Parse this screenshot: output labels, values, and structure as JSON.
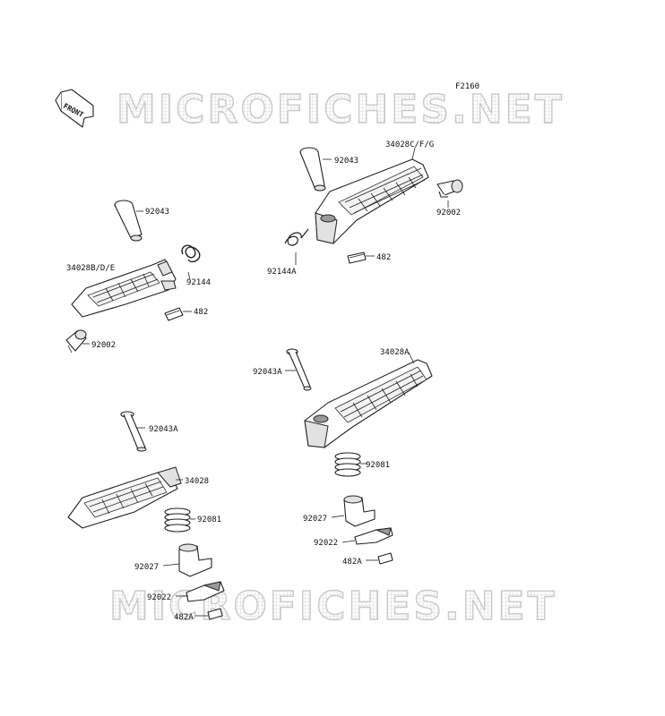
{
  "diagram_code": "F2160",
  "front_arrow_label": "FRONT",
  "watermark_text": "MICROFICHES.NET",
  "labels": {
    "p_34028CFG": "34028C/F/G",
    "p_92043_tr": "92043",
    "p_92002_tr": "92002",
    "p_482_tr": "482",
    "p_92144A": "92144A",
    "p_92043_tl": "92043",
    "p_34028BDE": "34028B/D/E",
    "p_92144": "92144",
    "p_482_tl": "482",
    "p_92002_tl": "92002",
    "p_34028A": "34028A",
    "p_92043A_mr": "92043A",
    "p_92081_mr": "92081",
    "p_92027_mr": "92027",
    "p_92022_mr": "92022",
    "p_482A_mr": "482A",
    "p_92043A_bl": "92043A",
    "p_34028": "34028",
    "p_92081_bl": "92081",
    "p_92027_bl": "92027",
    "p_92022_bl": "92022",
    "p_482A_bl": "482A"
  }
}
